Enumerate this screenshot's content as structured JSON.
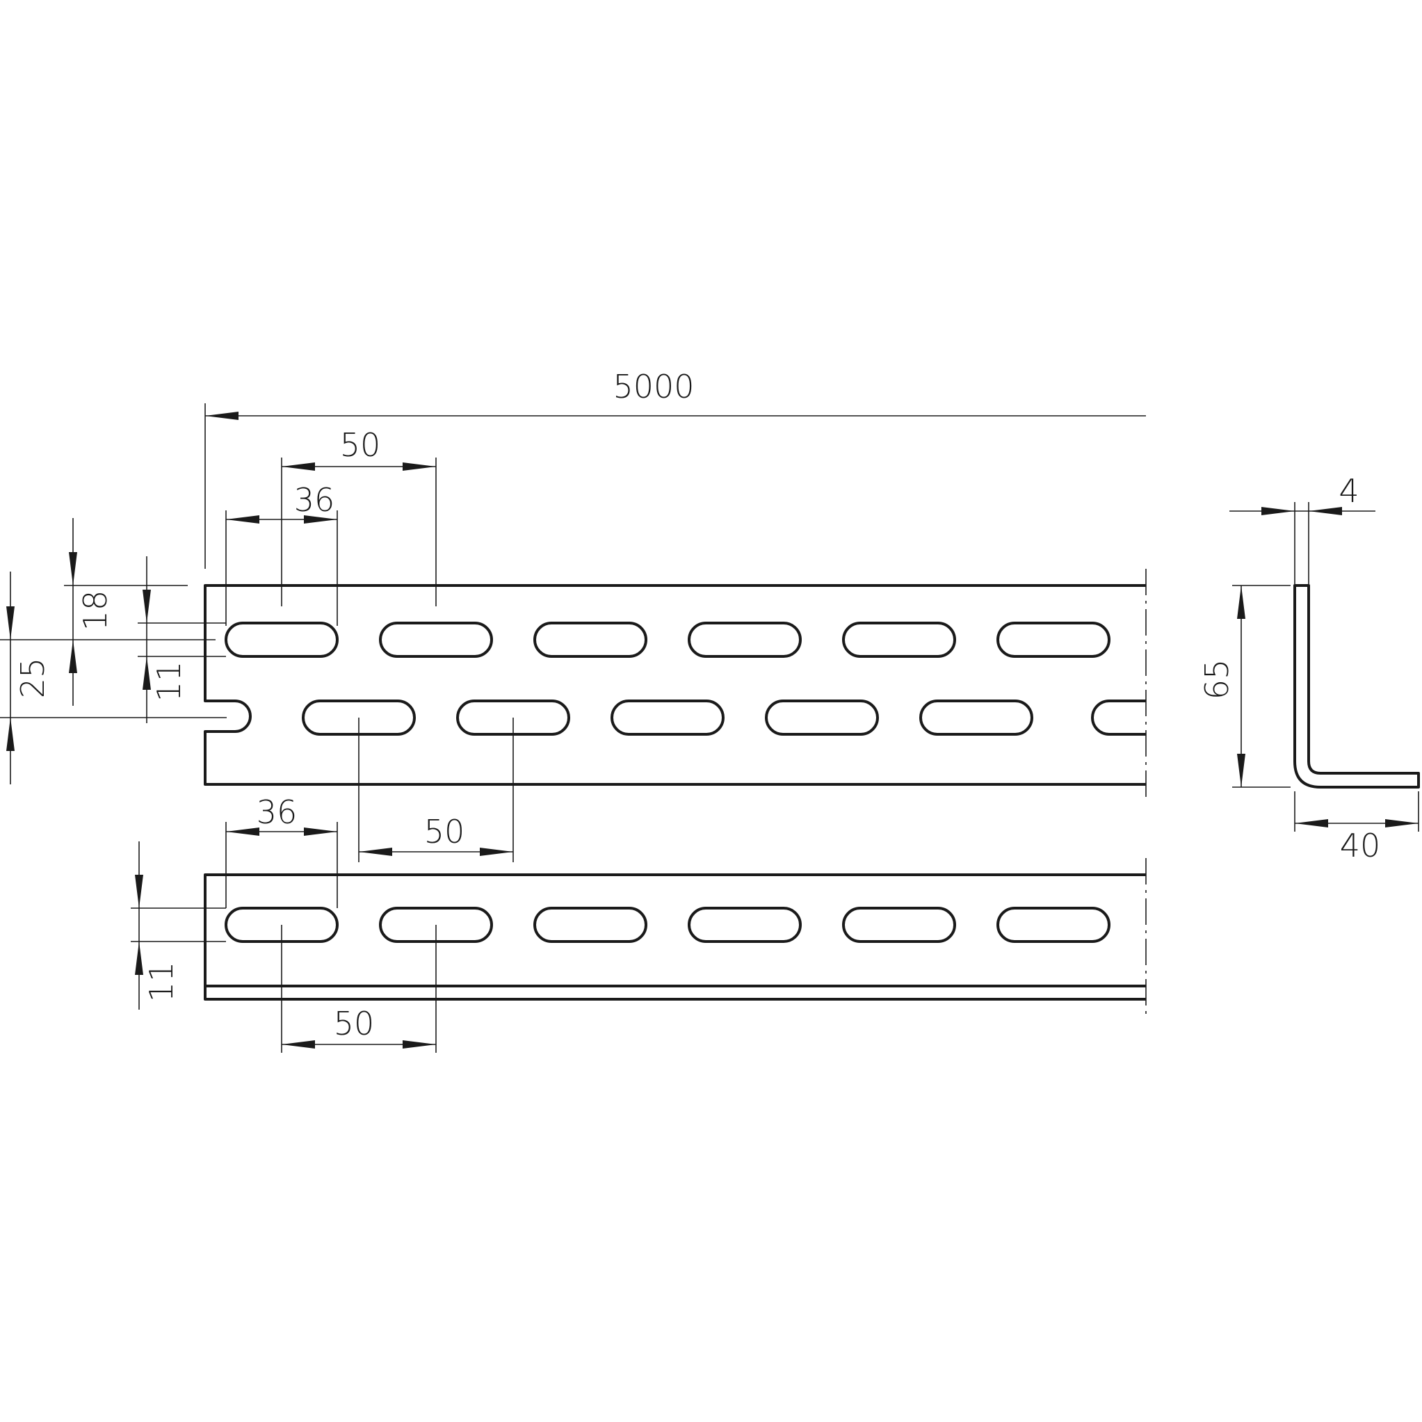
{
  "dimensions": {
    "total_length": "5000",
    "top_slot_pitch": "50",
    "top_slot_length": "36",
    "top_edge_to_slot": "18",
    "row_spacing": "25",
    "slot_width": "11",
    "lower_slot_length": "36",
    "middle_slot_pitch": "50",
    "bottom_slot_width": "11",
    "bottom_slot_pitch": "50",
    "profile_thickness": "4",
    "profile_height": "65",
    "profile_width": "40"
  }
}
